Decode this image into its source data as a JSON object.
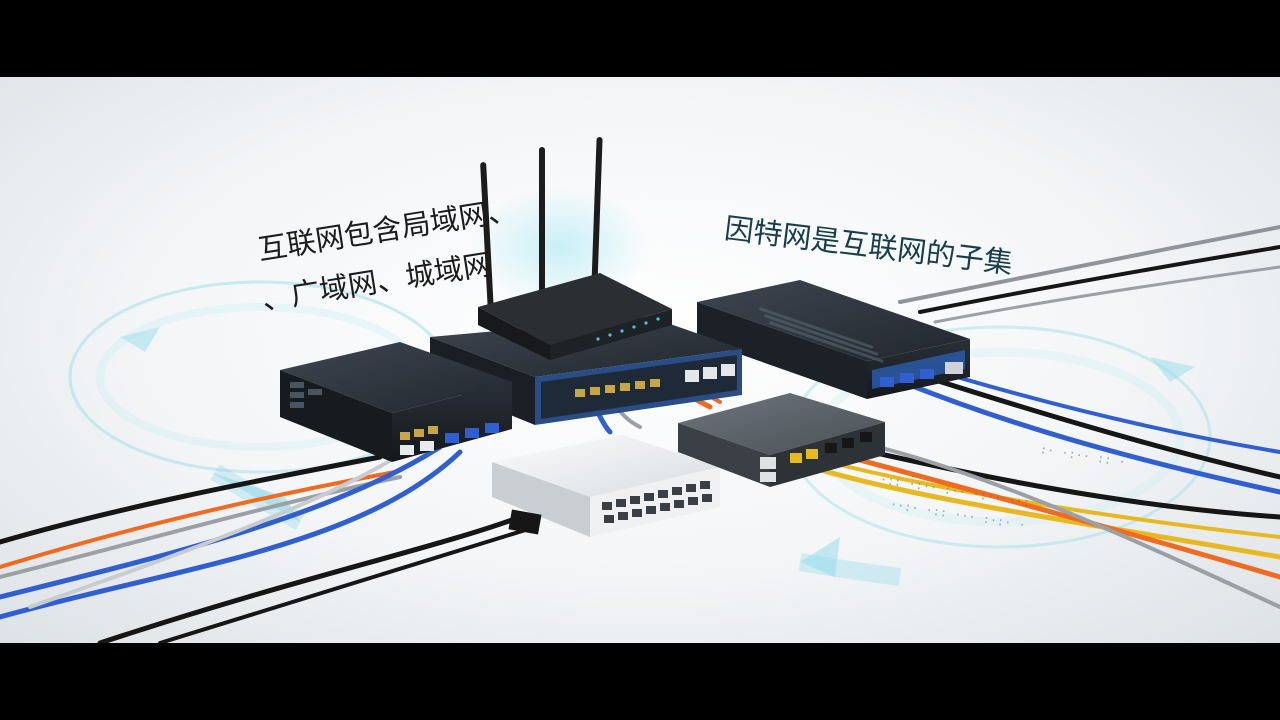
{
  "captions": {
    "left_line1": "互联网包含局域网、",
    "left_line2": "、广域网、城域网",
    "right": "因特网是互联网的子集"
  },
  "colors": {
    "letterbox": "#000000",
    "glow": "#7fd8e6",
    "cable_blue": "#2f5fd0",
    "cable_orange": "#f06a1f",
    "cable_yellow": "#e8b820",
    "cable_black": "#161616",
    "cable_gray": "#9aa0a6"
  },
  "devices": [
    "router-with-three-antennas",
    "blue-trim-switch",
    "dark-switch-left",
    "rackmount-switch-right",
    "white-switch",
    "gray-switch"
  ]
}
